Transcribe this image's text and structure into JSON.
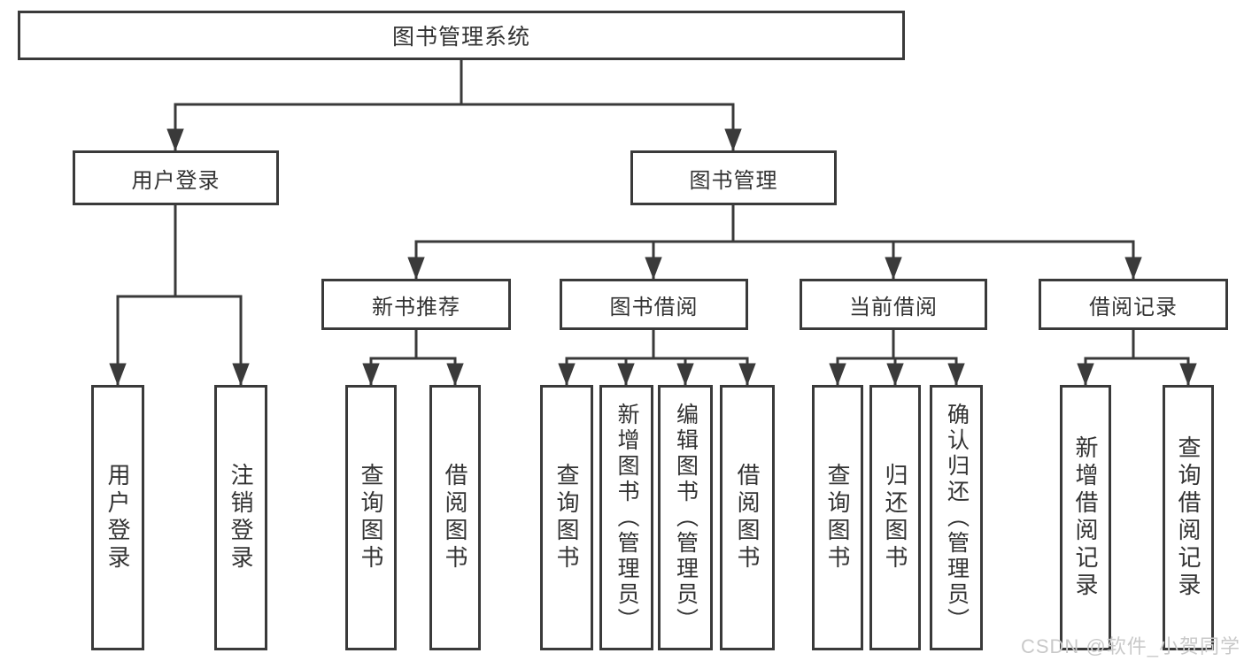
{
  "diagram": {
    "type": "hierarchy-tree",
    "root": {
      "label": "图书管理系统",
      "children": [
        {
          "label": "用户登录",
          "children": [
            {
              "label": "用户登录"
            },
            {
              "label": "注销登录"
            }
          ]
        },
        {
          "label": "图书管理",
          "children": [
            {
              "label": "新书推荐",
              "children": [
                {
                  "label": "查询图书"
                },
                {
                  "label": "借阅图书"
                }
              ]
            },
            {
              "label": "图书借阅",
              "children": [
                {
                  "label": "查询图书"
                },
                {
                  "label": "新增图书（管理员）"
                },
                {
                  "label": "编辑图书（管理员）"
                },
                {
                  "label": "借阅图书"
                }
              ]
            },
            {
              "label": "当前借阅",
              "children": [
                {
                  "label": "查询图书"
                },
                {
                  "label": "归还图书"
                },
                {
                  "label": "确认归还（管理员）"
                }
              ]
            },
            {
              "label": "借阅记录",
              "children": [
                {
                  "label": "新增借阅记录"
                },
                {
                  "label": "查询借阅记录"
                }
              ]
            }
          ]
        }
      ]
    }
  },
  "watermark": {
    "text": "CSDN @软件_小贺同学"
  },
  "colors": {
    "line": "#3a3a3a",
    "text": "#333333",
    "background": "#ffffff",
    "watermark": "#c9c9c9"
  }
}
